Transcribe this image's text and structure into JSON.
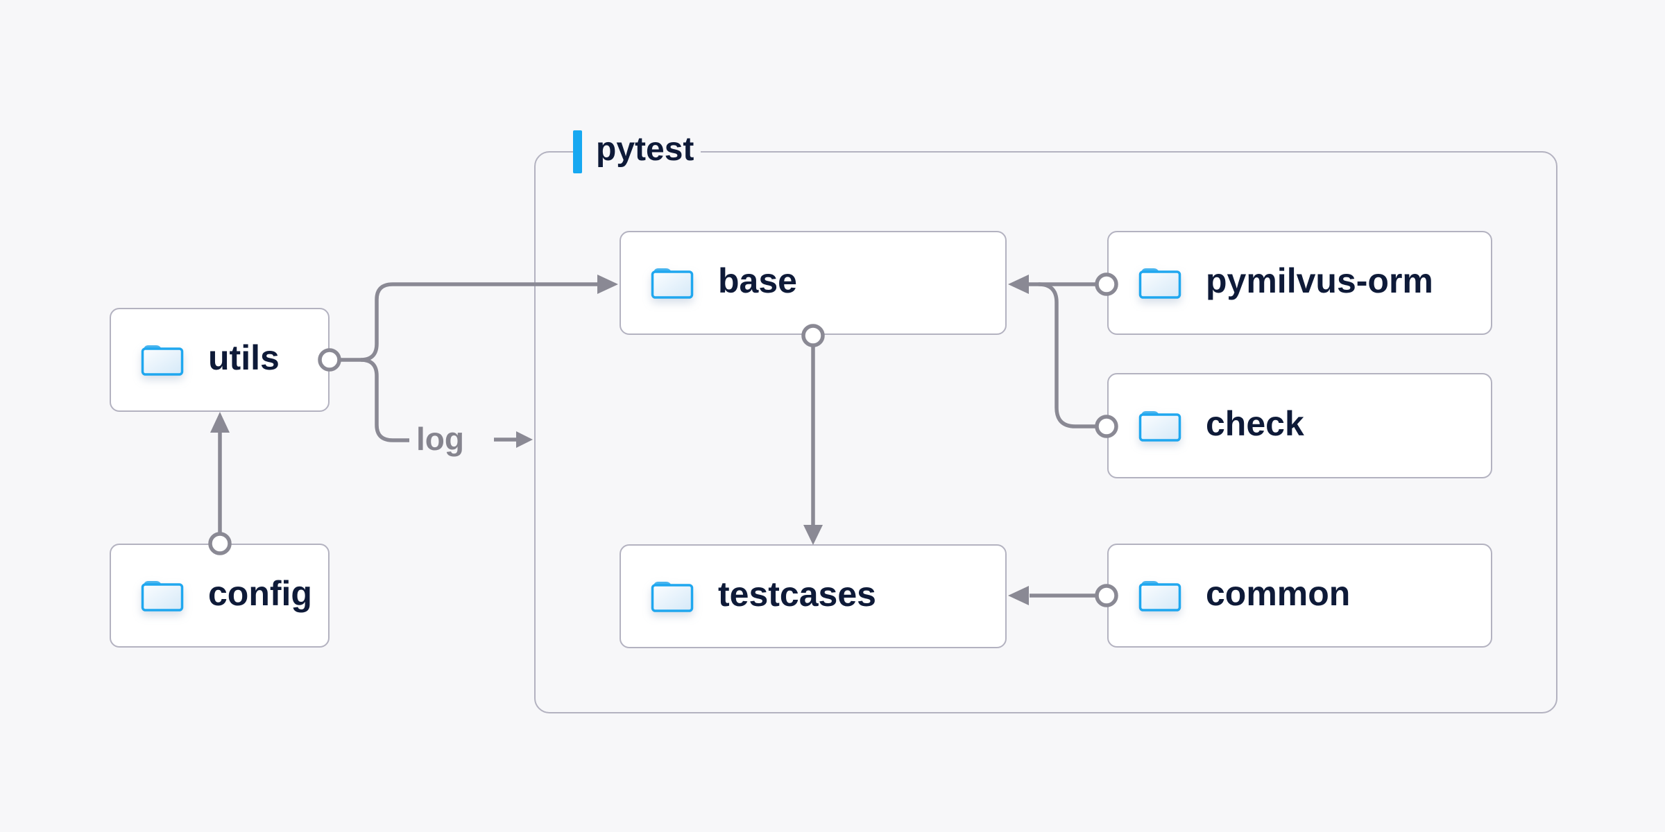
{
  "diagram": {
    "group": {
      "label": "pytest"
    },
    "nodes": [
      {
        "id": "utils",
        "label": "utils"
      },
      {
        "id": "config",
        "label": "config"
      },
      {
        "id": "base",
        "label": "base"
      },
      {
        "id": "testcases",
        "label": "testcases"
      },
      {
        "id": "pymilvus-orm",
        "label": "pymilvus-orm"
      },
      {
        "id": "check",
        "label": "check"
      },
      {
        "id": "common",
        "label": "common"
      }
    ],
    "edges": [
      {
        "from": "config",
        "to": "utils",
        "label": ""
      },
      {
        "from": "utils",
        "to": "base",
        "label": "log"
      },
      {
        "from": "base",
        "to": "testcases",
        "label": ""
      },
      {
        "from": "pymilvus-orm",
        "to": "base",
        "label": ""
      },
      {
        "from": "check",
        "to": "base",
        "label": ""
      },
      {
        "from": "common",
        "to": "testcases",
        "label": ""
      }
    ],
    "icons": {
      "node_icon": "folder-icon"
    },
    "colors": {
      "background": "#f7f7f9",
      "node_fill": "#ffffff",
      "node_border": "#b3b2c0",
      "connector": "#8a8994",
      "text_navy": "#0e1a38",
      "accent_blue": "#17a8f1",
      "folder_blue": "#1fa7ef",
      "edge_label_gray": "#85848e"
    }
  }
}
